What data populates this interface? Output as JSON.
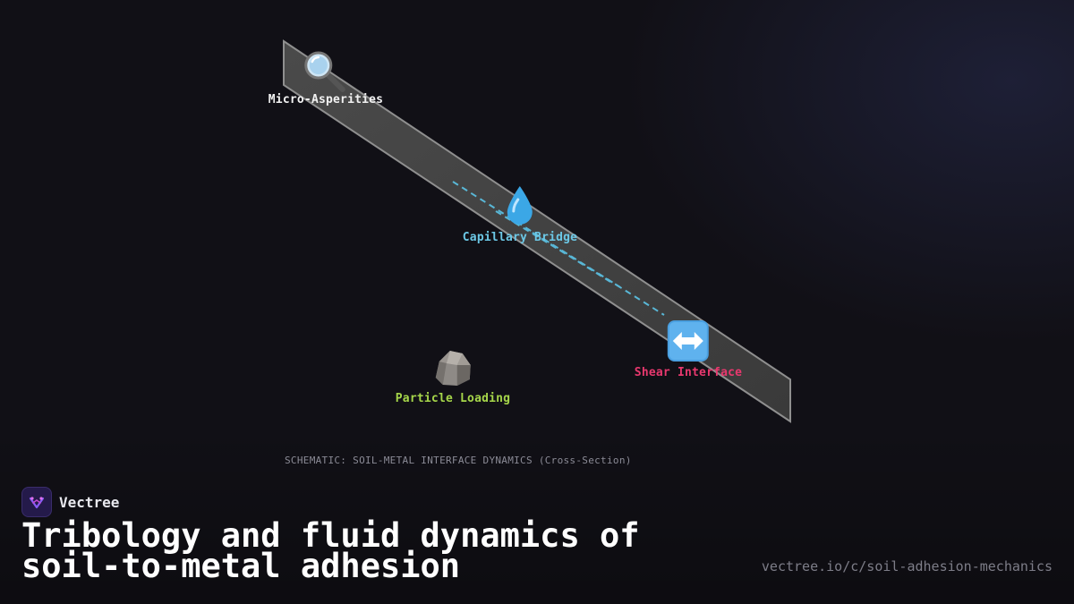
{
  "diagram": {
    "nodes": [
      {
        "id": "micro",
        "icon": "magnifier-icon",
        "label": "Micro-Asperities",
        "color": "#f2f2f2"
      },
      {
        "id": "capillary",
        "icon": "droplet-icon",
        "label": "Capillary Bridge",
        "color": "#6cc8e6"
      },
      {
        "id": "particle",
        "icon": "rock-icon",
        "label": "Particle Loading",
        "color": "#a6d64a"
      },
      {
        "id": "shear",
        "icon": "left-right-arrow-icon",
        "label": "Shear Interface",
        "color": "#e8386e"
      }
    ],
    "caption": "SCHEMATIC: SOIL-METAL INTERFACE DYNAMICS (Cross-Section)"
  },
  "brand": {
    "name": "Vectree",
    "logo_icon": "vectree-logo-icon",
    "accent": "#8a5cf6"
  },
  "title": "Tribology and fluid dynamics of soil-to-metal adhesion",
  "url": "vectree.io/c/soil-adhesion-mechanics"
}
